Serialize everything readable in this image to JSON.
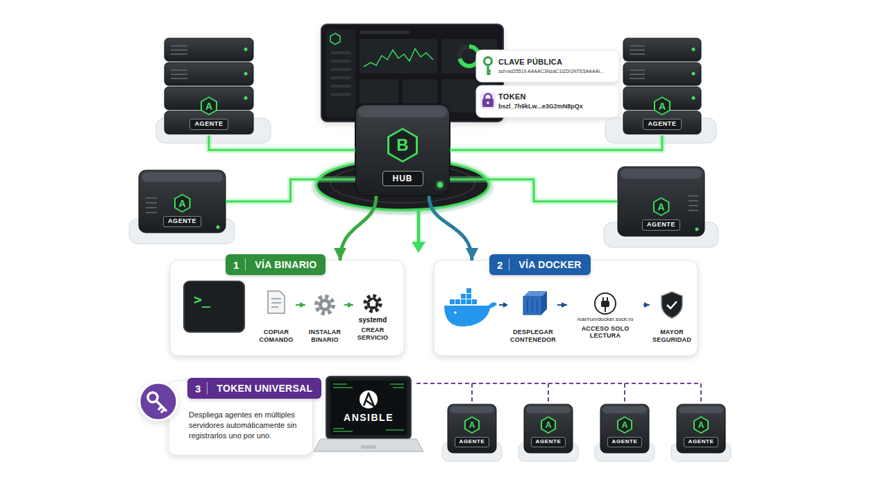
{
  "diagram": {
    "nodes": [
      {
        "text": [
          "B",
          "HUB"
        ]
      },
      {
        "text": [
          "CLAVE PÚBLICA",
          "ssh-ed25519 AAAAC3NzaC1lZDI1NTE5AAAAI..."
        ]
      },
      {
        "text": [
          "TOKEN",
          "bszl_7h9kLw...e3G2mN8pQx"
        ]
      },
      {
        "text": [
          "A",
          "AGENTE"
        ]
      },
      {
        "text": [
          "A",
          "AGENTE"
        ]
      },
      {
        "text": [
          "A",
          "AGENTE"
        ]
      },
      {
        "text": [
          "A",
          "AGENTE"
        ]
      },
      {
        "text": [
          "1",
          "VÍA BINARIO"
        ]
      },
      {
        "text": [
          ">_"
        ],
        "in": 7
      },
      {
        "text": [
          "COPIAR COMANDO"
        ],
        "in": 7
      },
      {
        "text": [
          "INSTALAR BINARIO"
        ],
        "in": 7
      },
      {
        "text": [
          "systemd",
          "CREAR SERVICIO"
        ],
        "in": 7
      },
      {
        "text": [
          "2",
          "VÍA DOCKER"
        ]
      },
      {
        "text": [
          "DESPLEGAR CONTENEDOR"
        ],
        "in": 12
      },
      {
        "text": [
          "/var/run/docker.sock:ro",
          "ACCESO SOLO LECTURA"
        ],
        "in": 12
      },
      {
        "text": [
          "MAYOR SEGURIDAD"
        ],
        "in": 12
      },
      {
        "text": [
          "3",
          "TOKEN UNIVERSAL",
          "Despliega agentes en múltiples servidores automáticamente sin registrarlos uno por uno."
        ]
      },
      {
        "text": [
          "ANSIBLE"
        ]
      },
      {
        "text": [
          "A",
          "AGENTE"
        ]
      },
      {
        "text": [
          "A",
          "AGENTE"
        ]
      },
      {
        "text": [
          "A",
          "AGENTE"
        ]
      },
      {
        "text": [
          "A",
          "AGENTE"
        ]
      }
    ],
    "edges": [
      {
        "from": 0,
        "to": 3,
        "arrow": "none"
      },
      {
        "from": 0,
        "to": 4,
        "arrow": "none"
      },
      {
        "from": 0,
        "to": 5,
        "arrow": "none"
      },
      {
        "from": 0,
        "to": 6,
        "arrow": "none"
      },
      {
        "from": 0,
        "to": 7,
        "arrow": "to"
      },
      {
        "from": 0,
        "to": 12,
        "arrow": "to"
      },
      {
        "from": 9,
        "to": 10,
        "arrow": "to"
      },
      {
        "from": 10,
        "to": 11,
        "arrow": "to"
      },
      {
        "from": 13,
        "to": 14,
        "arrow": "to"
      },
      {
        "from": 14,
        "to": 15,
        "arrow": "to"
      },
      {
        "from": 17,
        "to": 18,
        "arrow": "none"
      },
      {
        "from": 17,
        "to": 19,
        "arrow": "none"
      },
      {
        "from": 17,
        "to": 20,
        "arrow": "none"
      },
      {
        "from": 17,
        "to": 21,
        "arrow": "none"
      }
    ]
  }
}
